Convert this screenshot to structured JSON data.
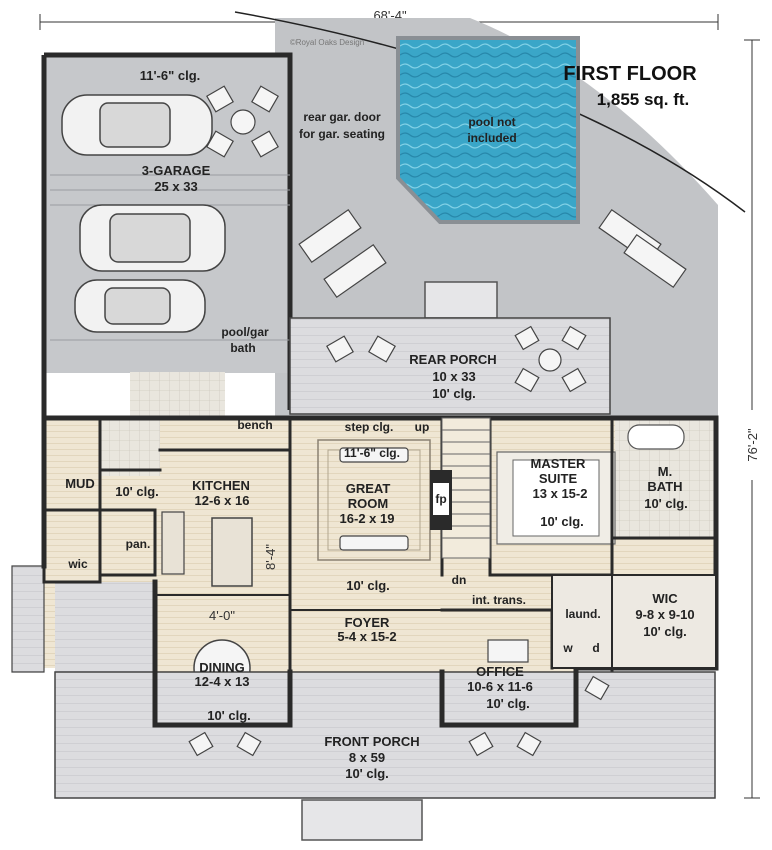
{
  "header": {
    "title": "FIRST FLOOR",
    "area": "1,855 sq. ft.",
    "copyright": "©Royal Oaks Design"
  },
  "dimensions": {
    "width": "68'-4\"",
    "depth": "76'-2\"",
    "kitchen_island": "8'-4\"",
    "dining_opening": "4'-0\""
  },
  "rooms": {
    "garage": {
      "clg": "11'-6\" clg.",
      "name": "3-GARAGE",
      "size": "25 x 33"
    },
    "gar_door_note": {
      "line1": "rear gar. door",
      "line2": "for gar. seating"
    },
    "pool": {
      "line1": "pool not",
      "line2": "included"
    },
    "pool_bath": {
      "line1": "pool/gar",
      "line2": "bath"
    },
    "bench": "bench",
    "rear_porch": {
      "name": "REAR PORCH",
      "size": "10 x 33",
      "clg": "10' clg."
    },
    "step_clg": "step clg.",
    "up": "up",
    "great_room": {
      "clg_top": "11'-6\" clg.",
      "name": "GREAT",
      "name2": "ROOM",
      "size": "16-2 x 19",
      "clg": "10' clg."
    },
    "fp": "fp",
    "master": {
      "name": "MASTER",
      "name2": "SUITE",
      "size": "13 x 15-2",
      "clg": "10' clg."
    },
    "m_bath": {
      "name": "M.",
      "name2": "BATH",
      "clg": "10' clg."
    },
    "mud": "MUD",
    "kitchen": {
      "name": "KITCHEN",
      "size": "12-6 x 16",
      "clg": "10' clg."
    },
    "pan": "pan.",
    "wic_small": "wic",
    "dn": "dn",
    "int_trans": "int. trans.",
    "laund": "laund.",
    "w": "w",
    "d": "d",
    "wic": {
      "name": "WIC",
      "size": "9-8 x 9-10",
      "clg": "10' clg."
    },
    "foyer": {
      "name": "FOYER",
      "size": "5-4 x 15-2"
    },
    "dining": {
      "name": "DINING",
      "size": "12-4 x 13",
      "clg": "10' clg."
    },
    "office": {
      "name": "OFFICE",
      "size": "10-6 x 11-6",
      "clg": "10' clg."
    },
    "front_porch": {
      "name": "FRONT PORCH",
      "size": "8 x 59",
      "clg": "10' clg."
    }
  },
  "colors": {
    "concrete": "#c2c4c7",
    "porch": "#dcdcdf",
    "floor": "#efe6d3",
    "wall": "#2a2a2a",
    "pool": "#3aa6c8"
  }
}
